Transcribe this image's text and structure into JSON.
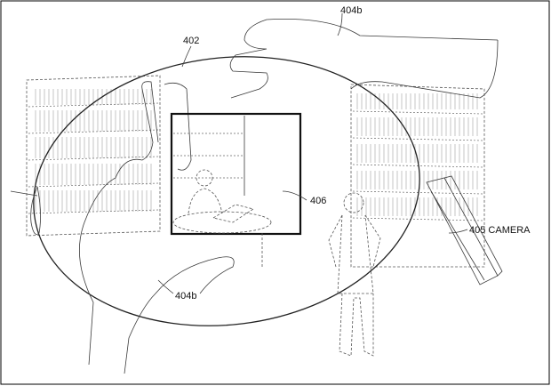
{
  "figure": {
    "labels": {
      "hand_top": "404b",
      "lens": "402",
      "viewfinder": "406",
      "camera": "405 CAMERA",
      "hand_bottom": "404b"
    }
  },
  "colors": {
    "ink": "#222222",
    "background": "#ffffff"
  }
}
